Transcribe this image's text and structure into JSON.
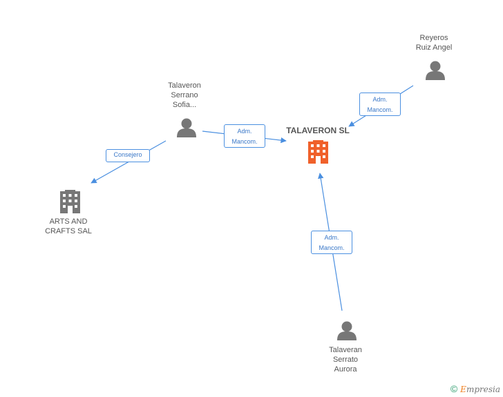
{
  "nodes": {
    "company_main": {
      "label": "TALAVERON SL",
      "icon": "building-icon",
      "color": "#f0612b"
    },
    "company_arts": {
      "label": "ARTS AND\nCRAFTS SAL",
      "icon": "building-icon",
      "color": "#777777"
    },
    "person_sofia": {
      "label": "Talaveron\nSerrano\nSofia...",
      "icon": "person-icon",
      "color": "#777777"
    },
    "person_reyeros": {
      "label": "Reyeros\nRuiz Angel",
      "icon": "person-icon",
      "color": "#777777"
    },
    "person_aurora": {
      "label": "Talaveran\nSerrato\nAurora",
      "icon": "person-icon",
      "color": "#777777"
    }
  },
  "edges": [
    {
      "from": "person_sofia",
      "to": "company_main",
      "label": "Adm.\nMancom."
    },
    {
      "from": "person_reyeros",
      "to": "company_main",
      "label": "Adm.\nMancom."
    },
    {
      "from": "person_aurora",
      "to": "company_main",
      "label": "Adm.\nMancom."
    },
    {
      "from": "person_sofia",
      "to": "company_arts",
      "label": "Consejero"
    }
  ],
  "colors": {
    "edge": "#4a8fe0"
  },
  "footer": {
    "copyright": "©",
    "brand_first": "E",
    "brand_rest": "mpresia"
  }
}
